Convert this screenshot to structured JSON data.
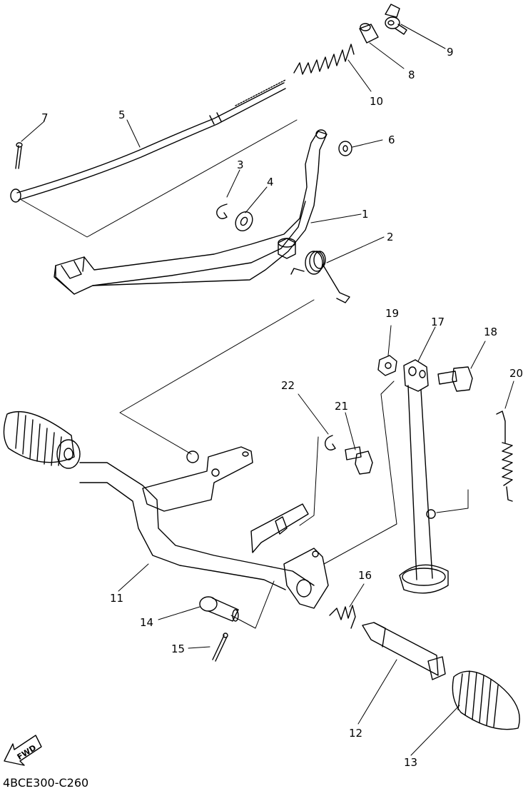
{
  "diagram_code": "4BCE300-C260",
  "fwd_label": "FWD",
  "callouts": {
    "c1": "1",
    "c2": "2",
    "c3": "3",
    "c4": "4",
    "c5": "5",
    "c6": "6",
    "c7": "7",
    "c8": "8",
    "c9": "9",
    "c10": "10",
    "c11": "11",
    "c12": "12",
    "c13": "13",
    "c14": "14",
    "c15": "15",
    "c16": "16",
    "c17": "17",
    "c18": "18",
    "c19": "19",
    "c20": "20",
    "c21": "21",
    "c22": "22"
  }
}
